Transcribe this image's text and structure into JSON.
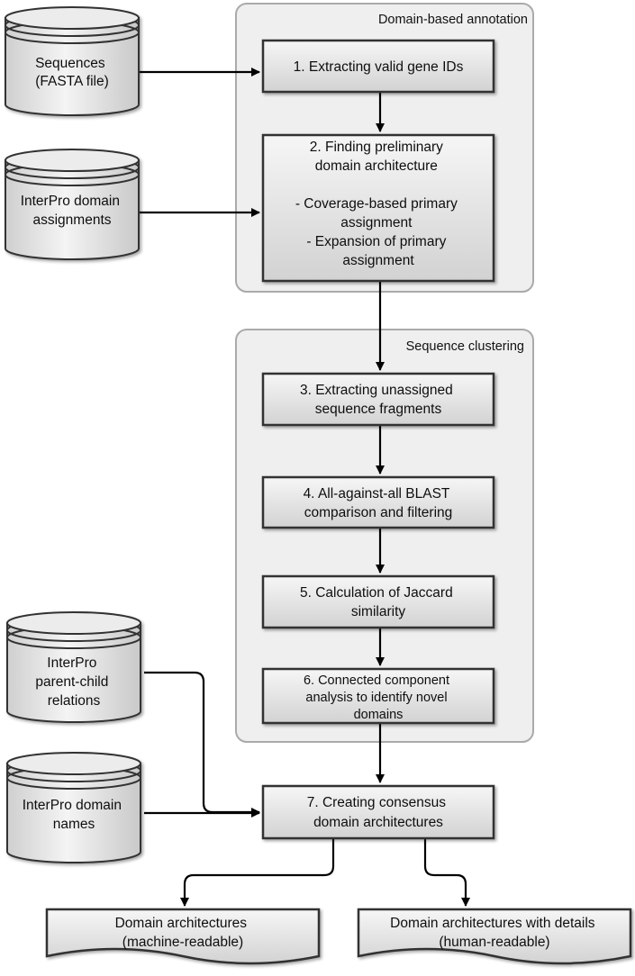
{
  "groups": {
    "domain_annotation": {
      "title": "Domain-based annotation"
    },
    "sequence_clustering": {
      "title": "Sequence clustering"
    }
  },
  "inputs": {
    "sequences": [
      "Sequences",
      "(FASTA file)"
    ],
    "interpro_assignments": [
      "InterPro domain",
      "assignments"
    ],
    "interpro_relations": [
      "InterPro",
      "parent-child",
      "relations"
    ],
    "interpro_names": [
      "InterPro domain",
      "names"
    ]
  },
  "steps": {
    "step1": [
      "1. Extracting valid gene IDs"
    ],
    "step2": [
      "2. Finding preliminary",
      "domain architecture",
      "",
      "- Coverage-based primary",
      "assignment",
      "- Expansion of primary",
      "assignment"
    ],
    "step3": [
      "3. Extracting unassigned",
      "sequence fragments"
    ],
    "step4": [
      "4. All-against-all BLAST",
      "comparison and filtering"
    ],
    "step5": [
      "5. Calculation of Jaccard",
      "similarity"
    ],
    "step6": [
      "6. Connected component",
      "analysis to identify novel",
      "domains"
    ],
    "step7": [
      "7. Creating consensus",
      "domain architectures"
    ]
  },
  "outputs": {
    "machine": [
      "Domain architectures",
      "(machine-readable)"
    ],
    "human": [
      "Domain architectures with details",
      "(human-readable)"
    ]
  }
}
